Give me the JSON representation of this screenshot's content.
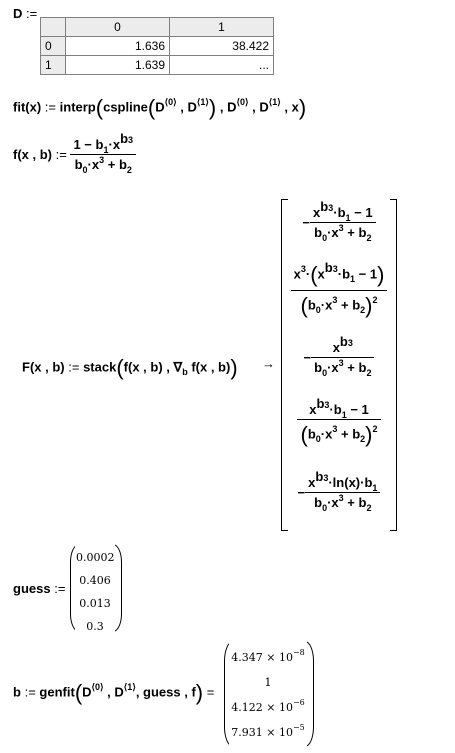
{
  "matrix_def": {
    "name": "D",
    "assign": ":=",
    "col_headers": [
      "0",
      "1"
    ],
    "row_indices": [
      "0",
      "1"
    ],
    "rows": [
      [
        "1.636",
        "38.422"
      ],
      [
        "1.639",
        "..."
      ]
    ]
  },
  "fit_def": {
    "name": "fit(x)",
    "assign": ":=",
    "fn_outer": "interp",
    "fn_inner": "cspline",
    "var": "D",
    "col0": "⟨0⟩",
    "col1": "⟨1⟩",
    "arg": "x"
  },
  "f_def": {
    "name": "f(x , b)",
    "assign": ":=",
    "num_prefix": "1 − b",
    "sub1": "1",
    "x": "x",
    "sup": "b",
    "sup_sub": "3",
    "den_b": "b",
    "den_sub0": "0",
    "den_x": "x",
    "den_pow": "3",
    "den_plus": "+ b",
    "den_sub2": "2"
  },
  "F_def": {
    "name": "F(x , b)",
    "assign": ":=",
    "fn": "stack",
    "arg1": "f(x , b)",
    "nabla": "∇",
    "nabla_sub": "b",
    "arg2": "f(x , b)",
    "arrow": "→",
    "minus": "−"
  },
  "guess_def": {
    "name": "guess",
    "assign": ":=",
    "values": [
      "0.0002",
      "0.406",
      "0.013",
      "0.3"
    ]
  },
  "b_def": {
    "name": "b",
    "assign": ":=",
    "fn": "genfit",
    "args_tail": ", guess , f",
    "eq": "=",
    "values": [
      {
        "m": "4.347 × 10",
        "e": "−8"
      },
      {
        "m": "1",
        "e": ""
      },
      {
        "m": "4.122 × 10",
        "e": "−6"
      },
      {
        "m": "7.931 × 10",
        "e": "−5"
      }
    ]
  }
}
